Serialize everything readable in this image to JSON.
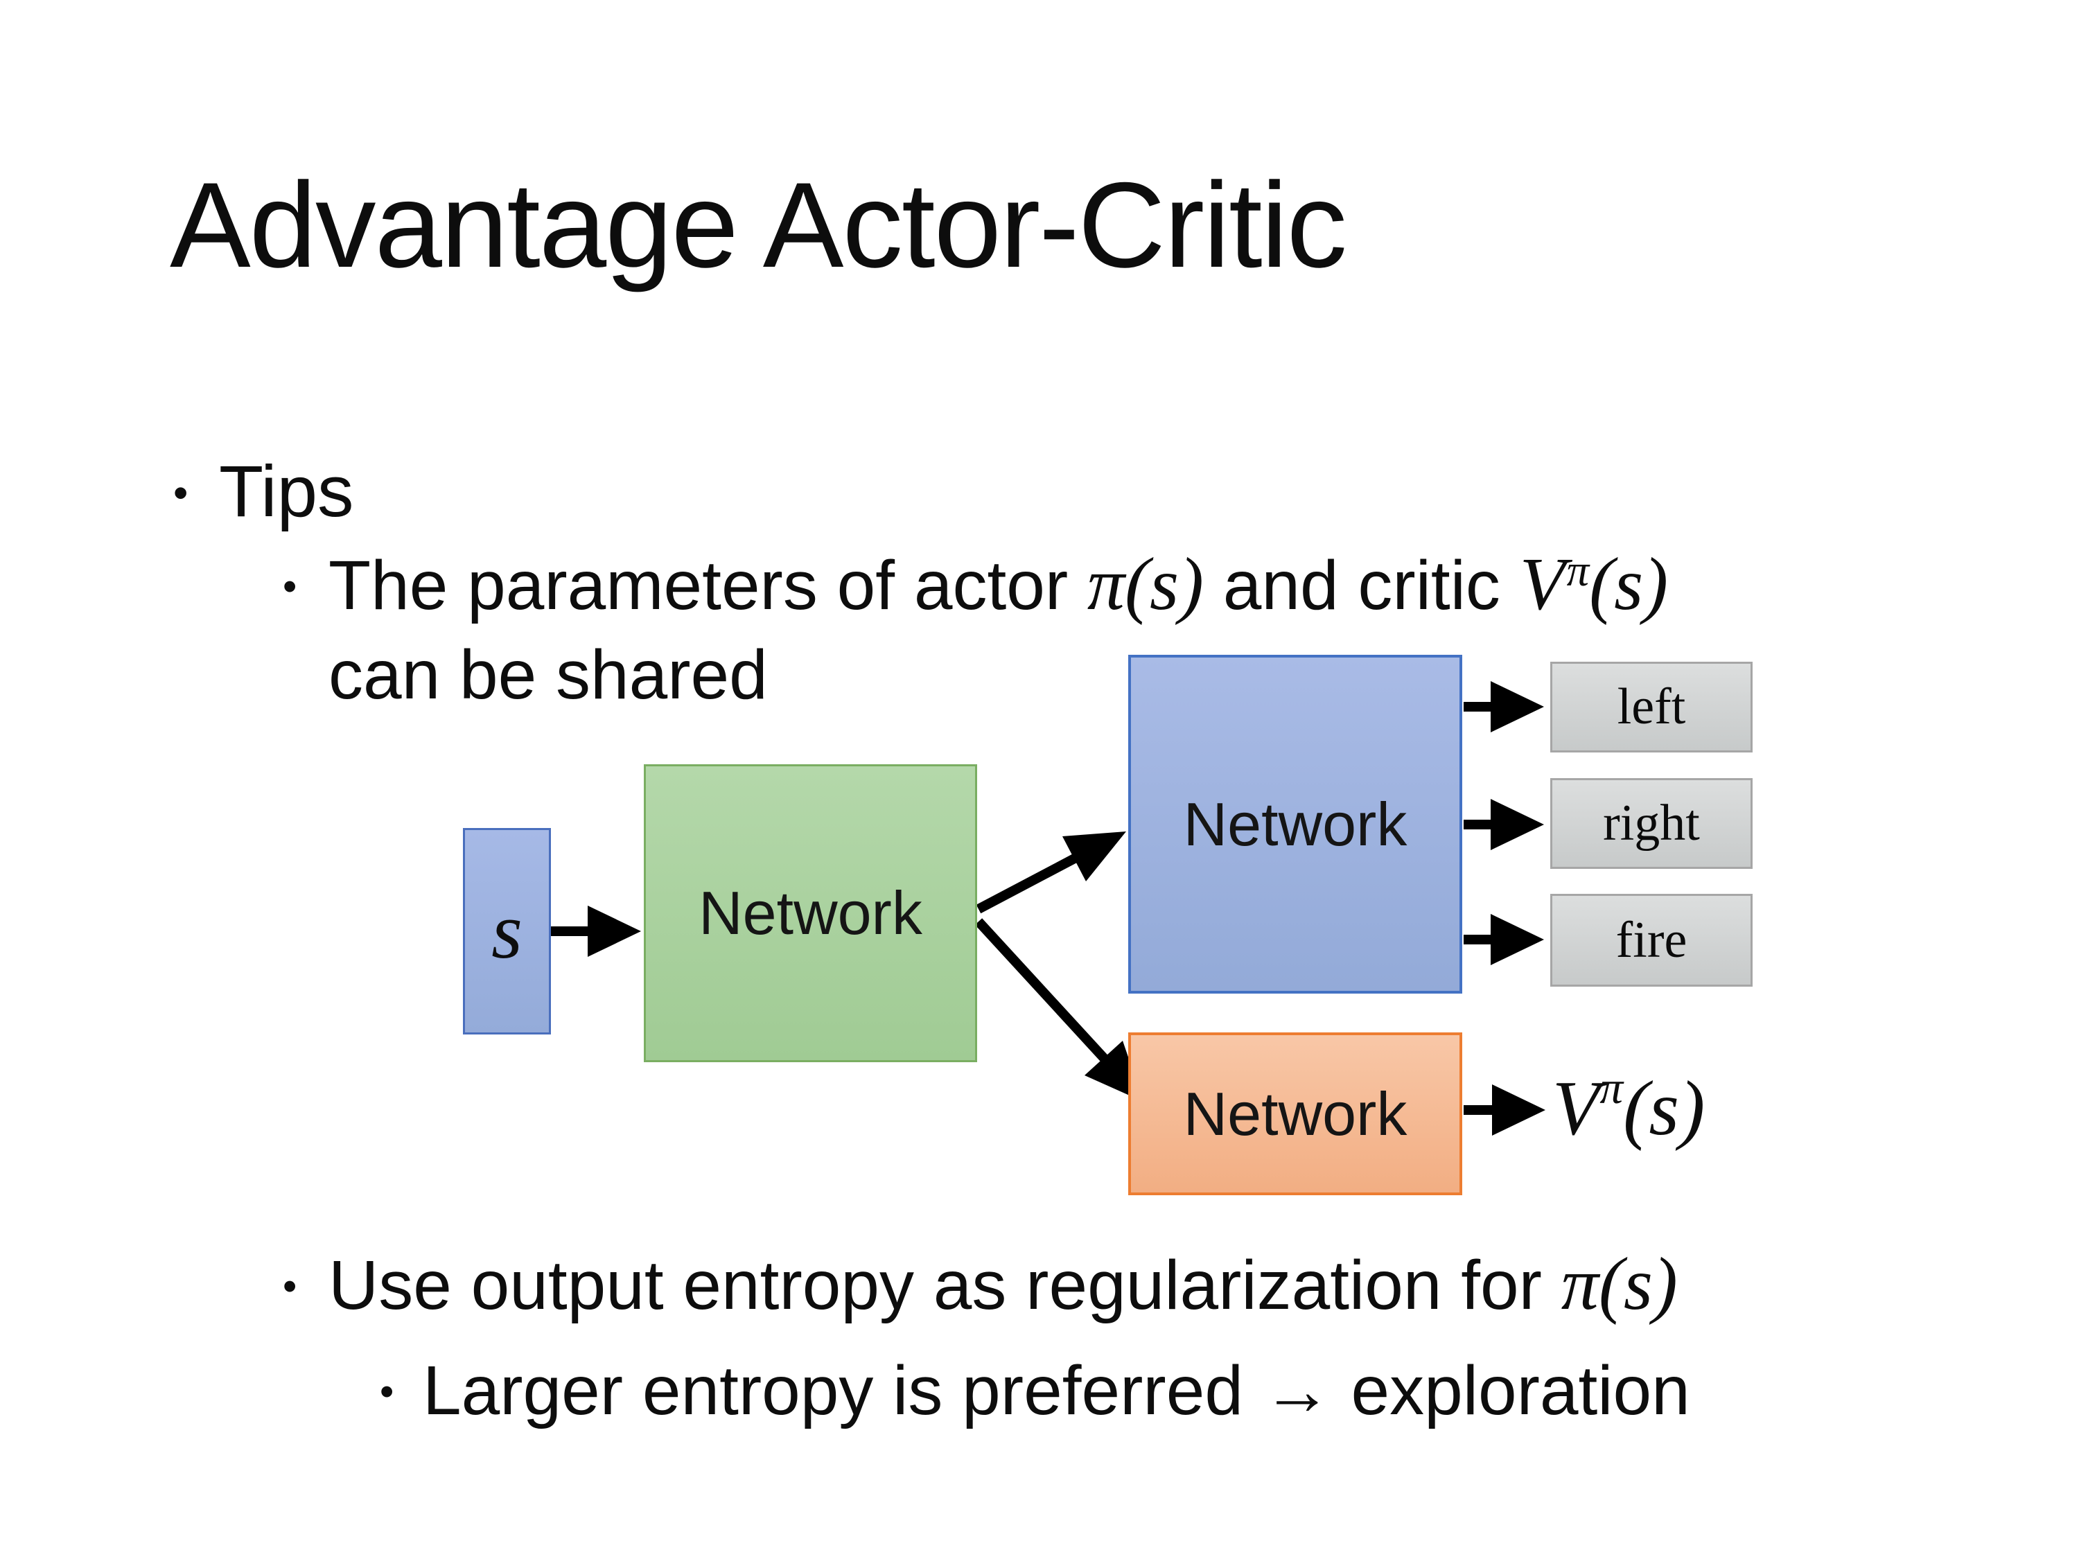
{
  "slide": {
    "title": "Advantage Actor-Critic",
    "background_color": "#ffffff",
    "text_color": "#0d0d0d",
    "bullet_glyph": "•"
  },
  "bullets": {
    "tips": "Tips",
    "shared_line1_text": "The parameters of actor ",
    "shared_line1_math1": "π(s)",
    "shared_line1_mid": "  and critic ",
    "shared_line1_math2_base": "V",
    "shared_line1_math2_sup": "π",
    "shared_line1_math2_args": "(s)",
    "shared_line2": "can be shared",
    "entropy_text": "Use output entropy as regularization for ",
    "entropy_math": "π(s)",
    "exploration": "Larger entropy is preferred → exploration"
  },
  "diagram": {
    "state_label": "s",
    "shared_network_label": "Network",
    "actor_network_label": "Network",
    "critic_network_label": "Network",
    "actions": [
      "left",
      "right",
      "fire"
    ],
    "value_output_base": "V",
    "value_output_sup": "π",
    "value_output_args": "(s)",
    "colors": {
      "state_fill": "#9cb1e2",
      "state_border": "#4a6fbd",
      "shared_network_fill": "#aad2a0",
      "shared_network_border": "#7aae62",
      "actor_network_fill": "#9fb3e0",
      "actor_network_border": "#4472c4",
      "critic_network_fill": "#f5b894",
      "critic_network_border": "#ed7d31",
      "action_fill": "#d3d6d6",
      "action_border": "#a6a6a6",
      "arrow_color": "#000000"
    }
  }
}
